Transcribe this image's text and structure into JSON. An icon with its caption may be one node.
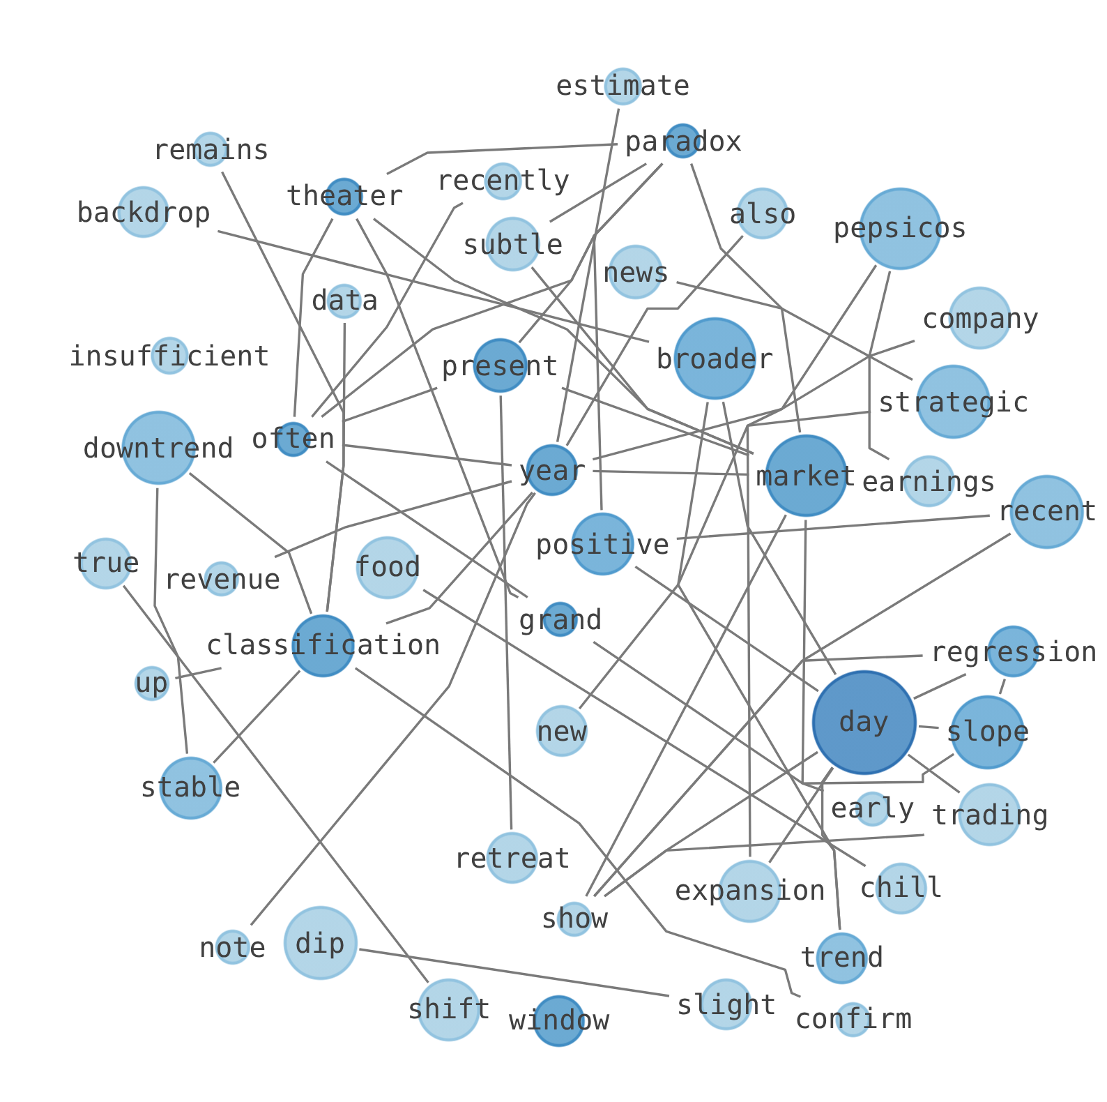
{
  "diagram": {
    "nodes": [
      {
        "text": [
          "estimate"
        ]
      },
      {
        "text": [
          "paradox"
        ]
      },
      {
        "text": [
          "remains"
        ]
      },
      {
        "text": [
          "recently"
        ]
      },
      {
        "text": [
          "backdrop"
        ]
      },
      {
        "text": [
          "theater"
        ]
      },
      {
        "text": [
          "also"
        ]
      },
      {
        "text": [
          "pepsicos"
        ]
      },
      {
        "text": [
          "data"
        ]
      },
      {
        "text": [
          "news"
        ]
      },
      {
        "text": [
          "subtle"
        ]
      },
      {
        "text": [
          "insufficient"
        ]
      },
      {
        "text": [
          "company"
        ]
      },
      {
        "text": [
          "present"
        ]
      },
      {
        "text": [
          "broader"
        ]
      },
      {
        "text": [
          "strategic"
        ]
      },
      {
        "text": [
          "downtrend"
        ]
      },
      {
        "text": [
          "often"
        ]
      },
      {
        "text": [
          "earnings"
        ]
      },
      {
        "text": [
          "year"
        ]
      },
      {
        "text": [
          "recent"
        ]
      },
      {
        "text": [
          "market"
        ]
      },
      {
        "text": [
          "true"
        ]
      },
      {
        "text": [
          "revenue"
        ]
      },
      {
        "text": [
          "positive"
        ]
      },
      {
        "text": [
          "food"
        ]
      },
      {
        "text": [
          "grand"
        ]
      },
      {
        "text": [
          "classification"
        ]
      },
      {
        "text": [
          "regression"
        ]
      },
      {
        "text": [
          "up"
        ]
      },
      {
        "text": [
          "new"
        ]
      },
      {
        "text": [
          "day"
        ]
      },
      {
        "text": [
          "slope"
        ]
      },
      {
        "text": [
          "stable"
        ]
      },
      {
        "text": [
          "trading"
        ]
      },
      {
        "text": [
          "early"
        ]
      },
      {
        "text": [
          "retreat"
        ]
      },
      {
        "text": [
          "expansion"
        ]
      },
      {
        "text": [
          "chill"
        ]
      },
      {
        "text": [
          "trend"
        ]
      },
      {
        "text": [
          "dip"
        ]
      },
      {
        "text": [
          "note"
        ]
      },
      {
        "text": [
          "show"
        ]
      },
      {
        "text": [
          "window"
        ]
      },
      {
        "text": [
          "confirm"
        ]
      },
      {
        "text": [
          "slight"
        ]
      },
      {
        "text": [
          "shift"
        ]
      }
    ],
    "edges": [
      {
        "from": 5,
        "to": 1,
        "arrow": "none"
      },
      {
        "from": 3,
        "to": 17,
        "arrow": "none"
      },
      {
        "from": 17,
        "to": 5,
        "arrow": "none"
      },
      {
        "from": 17,
        "to": 1,
        "arrow": "none"
      },
      {
        "from": 17,
        "to": 13,
        "arrow": "none"
      },
      {
        "from": 17,
        "to": 19,
        "arrow": "none"
      },
      {
        "from": 19,
        "to": 21,
        "arrow": "none"
      },
      {
        "from": 17,
        "to": 26,
        "arrow": "none"
      },
      {
        "from": 13,
        "to": 1,
        "arrow": "none"
      },
      {
        "from": 1,
        "to": 24,
        "arrow": "none"
      },
      {
        "from": 1,
        "to": 21,
        "arrow": "none"
      },
      {
        "from": 0,
        "to": 19,
        "arrow": "none"
      },
      {
        "from": 4,
        "to": 14,
        "arrow": "none"
      },
      {
        "from": 2,
        "to": 27,
        "arrow": "none"
      },
      {
        "from": 8,
        "to": 27,
        "arrow": "none"
      },
      {
        "from": 16,
        "to": 33,
        "arrow": "none"
      },
      {
        "from": 16,
        "to": 27,
        "arrow": "none"
      },
      {
        "from": 22,
        "to": 46,
        "arrow": "none"
      },
      {
        "from": 23,
        "to": 19,
        "arrow": "none"
      },
      {
        "from": 29,
        "to": 27,
        "arrow": "none"
      },
      {
        "from": 27,
        "to": 19,
        "arrow": "none"
      },
      {
        "from": 33,
        "to": 27,
        "arrow": "none"
      },
      {
        "from": 27,
        "to": 44,
        "arrow": "none"
      },
      {
        "from": 25,
        "to": 38,
        "arrow": "none"
      },
      {
        "from": 41,
        "to": 19,
        "arrow": "none"
      },
      {
        "from": 40,
        "to": 45,
        "arrow": "none"
      },
      {
        "from": 13,
        "to": 36,
        "arrow": "none"
      },
      {
        "from": 30,
        "to": 7,
        "arrow": "none"
      },
      {
        "from": 24,
        "to": 20,
        "arrow": "none"
      },
      {
        "from": 13,
        "to": 21,
        "arrow": "none"
      },
      {
        "from": 5,
        "to": 21,
        "arrow": "none"
      },
      {
        "from": 5,
        "to": 26,
        "arrow": "none"
      },
      {
        "from": 10,
        "to": 21,
        "arrow": "none"
      },
      {
        "from": 9,
        "to": 15,
        "arrow": "none"
      },
      {
        "from": 12,
        "to": 19,
        "arrow": "none"
      },
      {
        "from": 7,
        "to": 18,
        "arrow": "none"
      },
      {
        "from": 15,
        "to": 37,
        "arrow": "none"
      },
      {
        "from": 19,
        "to": 6,
        "arrow": "none"
      },
      {
        "from": 20,
        "to": 42,
        "arrow": "none"
      },
      {
        "from": 14,
        "to": 31,
        "arrow": "none"
      },
      {
        "from": 14,
        "to": 39,
        "arrow": "none"
      },
      {
        "from": 21,
        "to": 35,
        "arrow": "none"
      },
      {
        "from": 24,
        "to": 31,
        "arrow": "none"
      },
      {
        "from": 26,
        "to": 32,
        "arrow": "none"
      },
      {
        "from": 31,
        "to": 32,
        "arrow": "none"
      },
      {
        "from": 31,
        "to": 34,
        "arrow": "none"
      },
      {
        "from": 31,
        "to": 28,
        "arrow": "none"
      },
      {
        "from": 31,
        "to": 39,
        "arrow": "none"
      },
      {
        "from": 31,
        "to": 42,
        "arrow": "none"
      },
      {
        "from": 31,
        "to": 37,
        "arrow": "none"
      },
      {
        "from": 28,
        "to": 32,
        "arrow": "none"
      },
      {
        "from": 28,
        "to": 42,
        "arrow": "none"
      },
      {
        "from": 42,
        "to": 21,
        "arrow": "none"
      },
      {
        "from": 34,
        "to": 42,
        "arrow": "none"
      },
      {
        "from": 10,
        "to": 1,
        "arrow": "none"
      }
    ]
  }
}
